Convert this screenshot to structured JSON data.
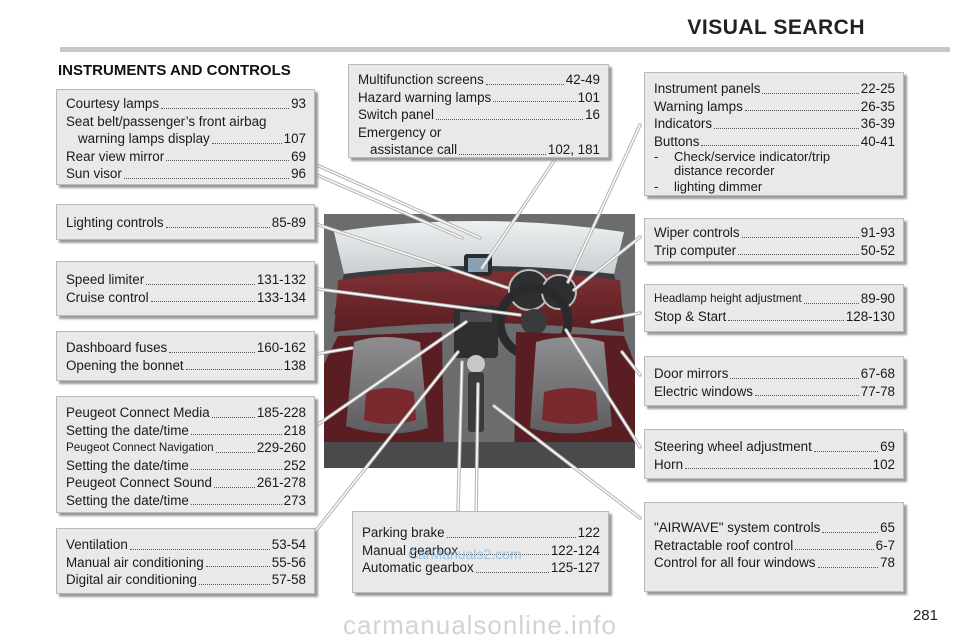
{
  "header": {
    "title": "VISUAL SEARCH"
  },
  "section_title": "INSTRUMENTS AND CONTROLS",
  "boxes": {
    "courtesy": {
      "rows": [
        {
          "label": "Courtesy lamps",
          "page": "93"
        },
        {
          "label": "Seat belt/passenger’s front airbag"
        },
        {
          "label": "warning lamps display",
          "page": "107"
        },
        {
          "label": "Rear view mirror",
          "page": "69"
        },
        {
          "label": "Sun visor",
          "page": "96"
        }
      ]
    },
    "lighting": {
      "rows": [
        {
          "label": "Lighting controls",
          "page": "85-89"
        }
      ]
    },
    "speed": {
      "rows": [
        {
          "label": "Speed limiter",
          "page": "131-132"
        },
        {
          "label": "Cruise control",
          "page": "133-134"
        }
      ]
    },
    "dashboard": {
      "rows": [
        {
          "label": "Dashboard fuses",
          "page": "160-162"
        },
        {
          "label": "Opening the bonnet",
          "page": "138"
        }
      ]
    },
    "connect": {
      "rows": [
        {
          "label": "Peugeot Connect Media",
          "page": "185-228"
        },
        {
          "label": "Setting the date/time",
          "page": "218"
        },
        {
          "label": "Peugeot Connect Navigation",
          "page": "229-260"
        },
        {
          "label": "Setting the date/time",
          "page": "252"
        },
        {
          "label": "Peugeot Connect Sound",
          "page": "261-278"
        },
        {
          "label": "Setting the date/time",
          "page": "273"
        }
      ]
    },
    "ventilation": {
      "rows": [
        {
          "label": "Ventilation",
          "page": "53-54"
        },
        {
          "label": "Manual air conditioning",
          "page": "55-56"
        },
        {
          "label": "Digital air conditioning",
          "page": "57-58"
        }
      ]
    },
    "multifunction": {
      "rows": [
        {
          "label": "Multifunction screens",
          "page": "42-49"
        },
        {
          "label": "Hazard warning lamps",
          "page": "101"
        },
        {
          "label": "Switch panel",
          "page": "16"
        },
        {
          "label": "Emergency or"
        },
        {
          "label": "assistance call",
          "page": "102, 181"
        }
      ]
    },
    "parking": {
      "rows": [
        {
          "label": "Parking brake",
          "page": "122"
        },
        {
          "label": "Manual gearbox",
          "page": "122-124"
        },
        {
          "label": "Automatic gearbox",
          "page": "125-127"
        }
      ]
    },
    "instrument": {
      "rows": [
        {
          "label": "Instrument panels",
          "page": "22-25"
        },
        {
          "label": "Warning lamps",
          "page": "26-35"
        },
        {
          "label": "Indicators",
          "page": "36-39"
        },
        {
          "label": "Buttons",
          "page": "40-41"
        }
      ],
      "subitems": [
        {
          "dash": "-",
          "line1": "Check/service indicator/trip",
          "line2": "distance recorder"
        },
        {
          "dash": "-",
          "line1": "lighting dimmer"
        }
      ]
    },
    "wiper": {
      "rows": [
        {
          "label": "Wiper controls",
          "page": "91-93"
        },
        {
          "label": "Trip computer",
          "page": "50-52"
        }
      ]
    },
    "headlamp": {
      "rows": [
        {
          "label": "Headlamp height adjustment",
          "page": "89-90"
        },
        {
          "label": "Stop & Start",
          "page": "128-130"
        }
      ]
    },
    "door": {
      "rows": [
        {
          "label": "Door mirrors",
          "page": "67-68"
        },
        {
          "label": "Electric windows",
          "page": "77-78"
        }
      ]
    },
    "steering": {
      "rows": [
        {
          "label": "Steering wheel adjustment",
          "page": "69"
        },
        {
          "label": "Horn",
          "page": "102"
        }
      ]
    },
    "airwave": {
      "rows": [
        {
          "label": "\"AIRWAVE\" system controls",
          "page": "65"
        },
        {
          "label": "Retractable roof control",
          "page": "6-7"
        },
        {
          "label": "Control for all four windows",
          "page": "78"
        }
      ]
    }
  },
  "page_number": "281",
  "watermark": "CarManuals2.com",
  "footer": "carmanualsonline.info",
  "colors": {
    "box_bg": "#e9e9e9",
    "leader": "#b9b9b9",
    "upholstery": "#7a2a2e"
  }
}
